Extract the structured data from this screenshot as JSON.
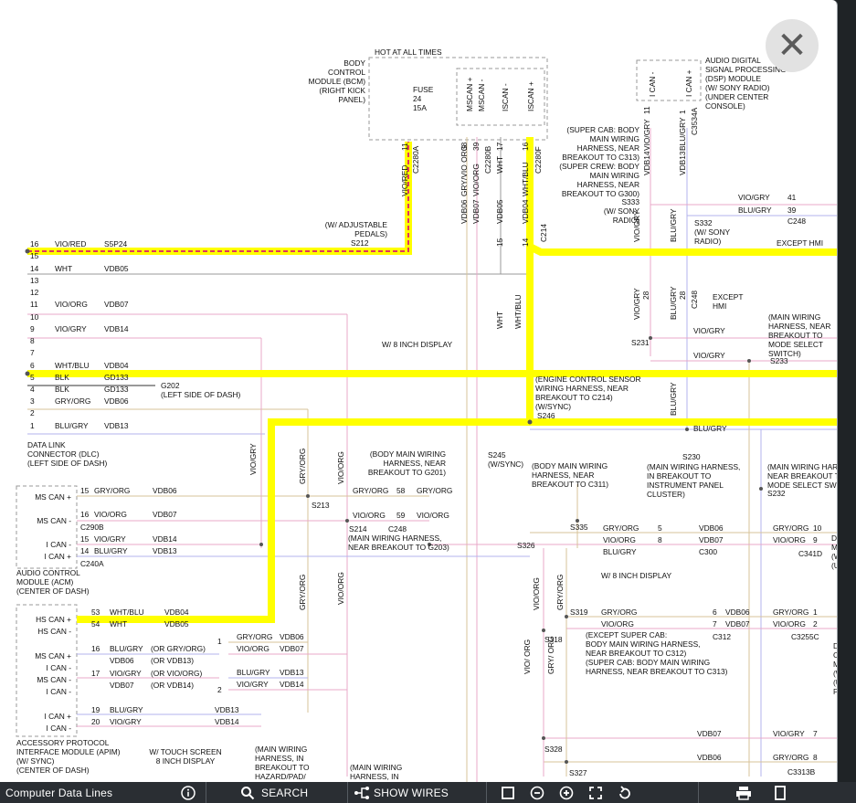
{
  "close_label": "✕",
  "toolbar": {
    "title": "Computer Data Lines",
    "search_label": "SEARCH",
    "wires_label": "SHOW WIRES"
  },
  "colors": {
    "highlight": "#ffff00",
    "vio_red": "#e0355f",
    "pink": "#f2b8d6",
    "lavender": "#b9b9f5",
    "tan": "#e8cfa0"
  },
  "diagram": {
    "top": {
      "hot": "HOT AT ALL TIMES",
      "bcm": [
        "BODY",
        "CONTROL",
        "MODULE (BCM)",
        "(RIGHT KICK",
        "PANEL)"
      ],
      "fuse": [
        "FUSE",
        "24",
        "15A"
      ],
      "ms_can_plus": "MSCAN +",
      "ms_can_minus": "MSCAN -",
      "i_can_minus": "ISCAN -",
      "i_can_plus": "ISCAN +",
      "dsp_can_minus": "I CAN -",
      "dsp_can_plus": "I CAN +",
      "dsp": [
        "AUDIO DIGITAL",
        "SIGNAL PROCESSING",
        "(DSP) MODULE",
        "(W/ SONY RADIO)",
        "(UNDER CENTER",
        "CONSOLE)"
      ],
      "c2280a": "C2280A",
      "c2280b": "C2280B",
      "c2280f": "C2280F",
      "c3534a": "C3534A",
      "pin_11": "11",
      "pin_38": "38",
      "pin_39": "39",
      "pin_17": "17",
      "pin_16": "16",
      "pin_1": "1",
      "w_vio_red": "VIO/RED",
      "w_gry_vio_org": "GRY/VIO ORG",
      "w_vio_org": "VIO/ORG",
      "w_wht": "WHT",
      "w_wht_blu": "WHT/BLU",
      "w_vio_gry": "VIO/GRY",
      "w_blu_gry": "BLU/GRY",
      "vdb06": "VDB06",
      "vdb07": "VDB07",
      "vdb05": "VDB05",
      "vdb04": "VDB04",
      "vdb14": "VDB14",
      "vdb13": "VDB13"
    },
    "right_top": {
      "super_cab": [
        "(SUPER CAB: BODY",
        "MAIN WIRING",
        "HARNESS, NEAR",
        "BREAKOUT TO C313)"
      ],
      "super_crew": [
        "(SUPER CREW: BODY",
        "MAIN WIRING",
        "HARNESS, NEAR",
        "BREAKOUT TO G300)"
      ],
      "s333": [
        "S333",
        "(W/ SONY",
        "RADIO)"
      ],
      "s332": [
        "S332",
        "(W/ SONY",
        "RADIO)"
      ],
      "vio_gry_41": "VIO/GRY",
      "n41": "41",
      "blu_gry_39": "BLU/GRY",
      "n39": "39",
      "c248": "C248",
      "except_hmi": "EXCEPT HMI",
      "c214": "C214",
      "n15": "15",
      "n14": "14",
      "except_hmi2": [
        "EXCEPT",
        "HMI"
      ],
      "c248v": "C248",
      "n28a": "28",
      "n28b": "28",
      "main_wiring_mode": [
        "(MAIN WIRING",
        "HARNESS, NEAR",
        "BREAKOUT TO",
        "MODE SELECT",
        "SWITCH)"
      ],
      "s231": "S231",
      "s233": "S233",
      "vio_gry_a": "VIO/GRY",
      "vio_gry_b": "VIO/GRY"
    },
    "dlc": {
      "pins": [
        "16",
        "15",
        "14",
        "13",
        "12",
        "11",
        "10",
        "9",
        "8",
        "7",
        "6",
        "5",
        "4",
        "3",
        "2",
        "1"
      ],
      "colors": [
        "VIO/RED",
        "",
        "WHT",
        "",
        "",
        "VIO/ORG",
        "",
        "VIO/GRY",
        "",
        "",
        "WHT/BLU",
        "BLK",
        "BLK",
        "GRY/ORG",
        "",
        "BLU/GRY"
      ],
      "circuits": [
        "S5P24",
        "",
        "VDB05",
        "",
        "",
        "VDB07",
        "",
        "VDB14",
        "",
        "",
        "VDB04",
        "GD133",
        "GD133",
        "VDB06",
        "",
        "VDB13"
      ],
      "title": [
        "DATA LINK",
        "CONNECTOR (DLC)",
        "(LEFT SIDE OF DASH)"
      ],
      "adjustable": [
        "(W/ ADJUSTABLE",
        "PEDALS)"
      ],
      "s212": "S212",
      "g202": [
        "G202",
        "(LEFT SIDE OF DASH)"
      ],
      "w8_display": "W/ 8 INCH DISPLAY",
      "engine_sensor": [
        "(ENGINE CONTROL SENSOR",
        "WIRING HARNESS, NEAR",
        "BREAKOUT TO C214)",
        "(W/SYNC)"
      ],
      "s246": "S246",
      "blu_gry_right": "BLU/GRY",
      "s230": "S230",
      "main_wiring_cluster": [
        "(MAIN WIRING HARNESS,",
        "IN BREAKOUT TO",
        "INSTRUMENT PANEL",
        "CLUSTER)"
      ],
      "main_mode_right": [
        "(MAIN WIRING HARNESS,",
        "NEAR BREAKOUT TO",
        "MODE SELECT SWITC"
      ],
      "s232": "S232"
    },
    "acm": {
      "title": [
        "AUDIO CONTROL",
        "MODULE (ACM)",
        "(CENTER OF DASH)"
      ],
      "ms_can_plus": "MS CAN +",
      "ms_can_minus": "MS CAN -",
      "i_can_minus": "I CAN -",
      "i_can_plus": "I CAN +",
      "pins": [
        "15",
        "16",
        "15",
        "14"
      ],
      "wcolors": [
        "GRY/ORG",
        "VIO/ORG",
        "VIO/GRY",
        "BLU/GRY"
      ],
      "circuits": [
        "VDB06",
        "VDB07",
        "VDB14",
        "VDB13"
      ],
      "c290b": "C290B",
      "c240a": "C240A"
    },
    "mid": {
      "vio_gry_v": "VIO/GRY",
      "gry_org_v": "GRY/ORG",
      "vio_org_v": "VIO/ORG",
      "body_g201": [
        "(BODY MAIN WIRING",
        "HARNESS, NEAR",
        "BREAKOUT TO G201)"
      ],
      "s245": [
        "S245",
        "(W/SYNC)"
      ],
      "body_c311": [
        "(BODY MAIN WIRING",
        "HARNESS, NEAR",
        "BREAKOUT TO C311)"
      ],
      "s213": "S213",
      "s214": "S214",
      "c248": "C248",
      "gry_org_58a": "GRY/ORG",
      "n58": "58",
      "gry_org_58b": "GRY/ORG",
      "vio_org_59a": "VIO/ORG",
      "n59": "59",
      "vio_org_59b": "VIO/ORG",
      "main_g203": [
        "(MAIN WIRING HARNESS,",
        "NEAR BREAKOUT TO G203)"
      ],
      "s326": "S326",
      "s335": "S335",
      "c300_rows": [
        {
          "color": "GRY/ORG",
          "pin": "5",
          "vdb": "VDB06"
        },
        {
          "color": "VIO/ORG",
          "pin": "8",
          "vdb": "VDB07"
        },
        {
          "color": "BLU/GRY",
          "pin": "",
          "vdb": "C300"
        }
      ],
      "w8": "W/ 8 INCH DISPLAY",
      "right_rows": [
        {
          "color": "GRY/ORG",
          "pin": "10"
        },
        {
          "color": "VIO/ORG",
          "pin": "9"
        }
      ],
      "c341d": "C341D",
      "right_cut": [
        "D",
        "MO",
        "(W/ MEM",
        "(UNDER DR"
      ],
      "gry_org_v2": "GRY/ORG",
      "vio_org_v2": "VIO/ORG",
      "s319": "S319",
      "c312_rows": [
        {
          "color": "GRY/ORG",
          "pin": "6",
          "vdb": "VDB06"
        },
        {
          "color": "VIO/ORG",
          "pin": "7",
          "vdb": "VDB07"
        }
      ],
      "c312": "C312",
      "right_rows2": [
        {
          "color": "GRY/ORG",
          "pin": "1"
        },
        {
          "color": "VIO/ORG",
          "pin": "2"
        }
      ],
      "c3255c": "C3255C",
      "right_cut2": [
        "DU",
        "CONTRO",
        "MOD",
        "(W/ CLIMATE CO",
        "(UND",
        "PASSEN"
      ],
      "s318": "S318",
      "except_super_cab": [
        "(EXCEPT SUPER CAB:",
        "BODY MAIN WIRING HARNESS,",
        "NEAR BREAKOUT TO C312)",
        "(SUPER CAB: BODY MAIN WIRING",
        "HARNESS, NEAR BREAKOUT TO C313)"
      ],
      "vio_org_v3": "VIO/ ORG",
      "gry_org_v3": "GRY/ ORG",
      "vdb07_low": "VDB07",
      "vio_gry_7": "VIO/GRY",
      "n7": "7",
      "vdb06_low": "VDB06",
      "gry_org_8": "GRY/ORG",
      "n8": "8",
      "c3313b": "C3313B",
      "s328": "S328",
      "s327": "S327"
    },
    "apim": {
      "title": [
        "ACCESSORY PROTOCOL",
        "INTERFACE MODULE (APIM)",
        "(W/ SYNC)",
        "(CENTER OF DASH)"
      ],
      "hs_can_plus": "HS CAN +",
      "hs_can_minus": "HS CAN -",
      "ms_can_plus1": "MS CAN +",
      "i_can_minus1": "I CAN -",
      "ms_can_minus": "MS CAN -",
      "i_can_minus2": "I CAN -",
      "i_can_plus": "I CAN +",
      "i_can_minus3": "I CAN -",
      "r53": {
        "pin": "53",
        "color": "WHT/BLU",
        "vdb": "VDB04"
      },
      "r54": {
        "pin": "54",
        "color": "WHT",
        "vdb": "VDB05"
      },
      "r16": {
        "pin": "16",
        "color": "BLU/GRY",
        "note": "(OR GRY/ORG)"
      },
      "r16b": {
        "vdb": "VDB06",
        "note": "(OR VDB13)"
      },
      "r17": {
        "pin": "17",
        "color": "VIO/GRY",
        "note": "(OR VIO/ORG)"
      },
      "r17b": {
        "vdb": "VDB07",
        "note": "(OR VDB14)"
      },
      "r19": {
        "pin": "19",
        "color": "BLU/GRY",
        "vdb": "VDB13"
      },
      "r20": {
        "pin": "20",
        "color": "VIO/GRY",
        "vdb": "VDB14"
      },
      "opt1": [
        {
          "color": "GRY/ORG",
          "vdb": "VDB06"
        },
        {
          "color": "VIO/ORG",
          "vdb": "VDB07"
        }
      ],
      "opt2": [
        {
          "color": "BLU/GRY",
          "vdb": "VDB13"
        },
        {
          "color": "VIO/GRY",
          "vdb": "VDB14"
        }
      ],
      "touch": [
        "W/ TOUCH SCREEN",
        "8 INCH DISPLAY"
      ],
      "main_hazard": [
        "(MAIN WIRING",
        "HARNESS, IN",
        "BREAKOUT TO",
        "HAZARD/PAD/"
      ],
      "main_bottom": [
        "(MAIN WIRING",
        "HARNESS, IN"
      ],
      "gry_org_v4": "GRY/ORG",
      "vio_org_v4": "VIO/ORG",
      "n1": "1",
      "n2": "2"
    }
  }
}
